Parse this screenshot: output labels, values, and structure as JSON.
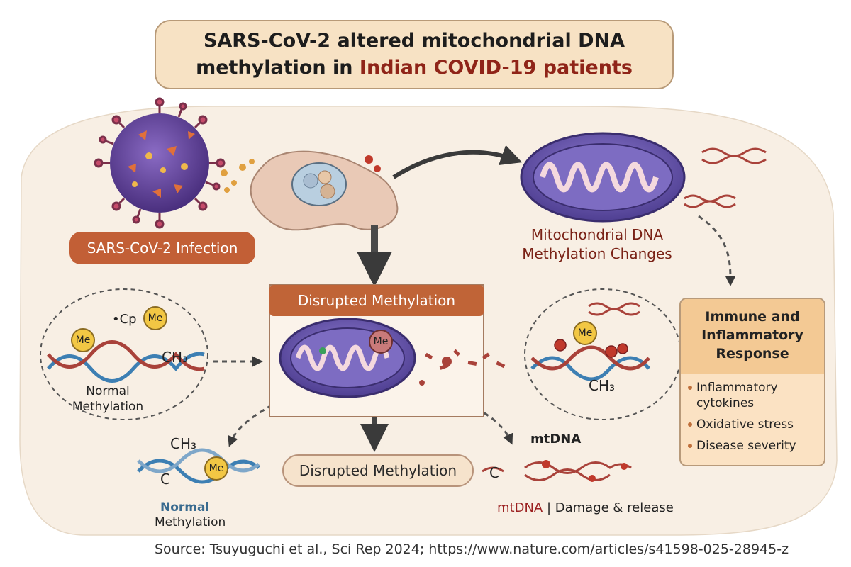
{
  "title": {
    "line1": "SARS-CoV-2 altered mitochondrial DNA",
    "line2_prefix": "methylation in ",
    "line2_accent": "Indian COVID-19 patients"
  },
  "labels": {
    "infection": "SARS-CoV-2 Infection",
    "mito_changes": "Mitochondrial DNA Methylation Changes",
    "disrupted_header": "Disrupted Methylation",
    "disrupted_bottom": "Disrupted Methylation",
    "normal_left": "Normal Methylation",
    "normal_bottom_1": "Normal",
    "normal_bottom_2": "Methylation",
    "mtdna_top": "mtDNA",
    "mtdna_damage_red": "mtDNA",
    "mtdna_damage_rest": " | Damage & release"
  },
  "chem": {
    "me": "Me",
    "ch3": "CH₃",
    "cp": "•Cp",
    "c": "C"
  },
  "immune": {
    "header": "Immune and Inflammatory Response",
    "items": [
      "Inflammatory cytokines",
      "Oxidative stress",
      "Disease severity"
    ]
  },
  "colors": {
    "title_bg": "#f7e2c4",
    "accent": "#8f2418",
    "infection_pill": "#c25f36",
    "mito_purple": "#6c5aa6",
    "dna_blue": "#3d7fb3",
    "dna_red": "#a9423a",
    "background_blob": "#f8efe4"
  },
  "icons": [
    "virus-icon",
    "cell-icon",
    "mitochondrion-icon",
    "dna-icon",
    "me-badge"
  ],
  "source": "Source: Tsuyuguchi et al., Sci Rep 2024; https://www.nature.com/articles/s41598-025-28945-z"
}
